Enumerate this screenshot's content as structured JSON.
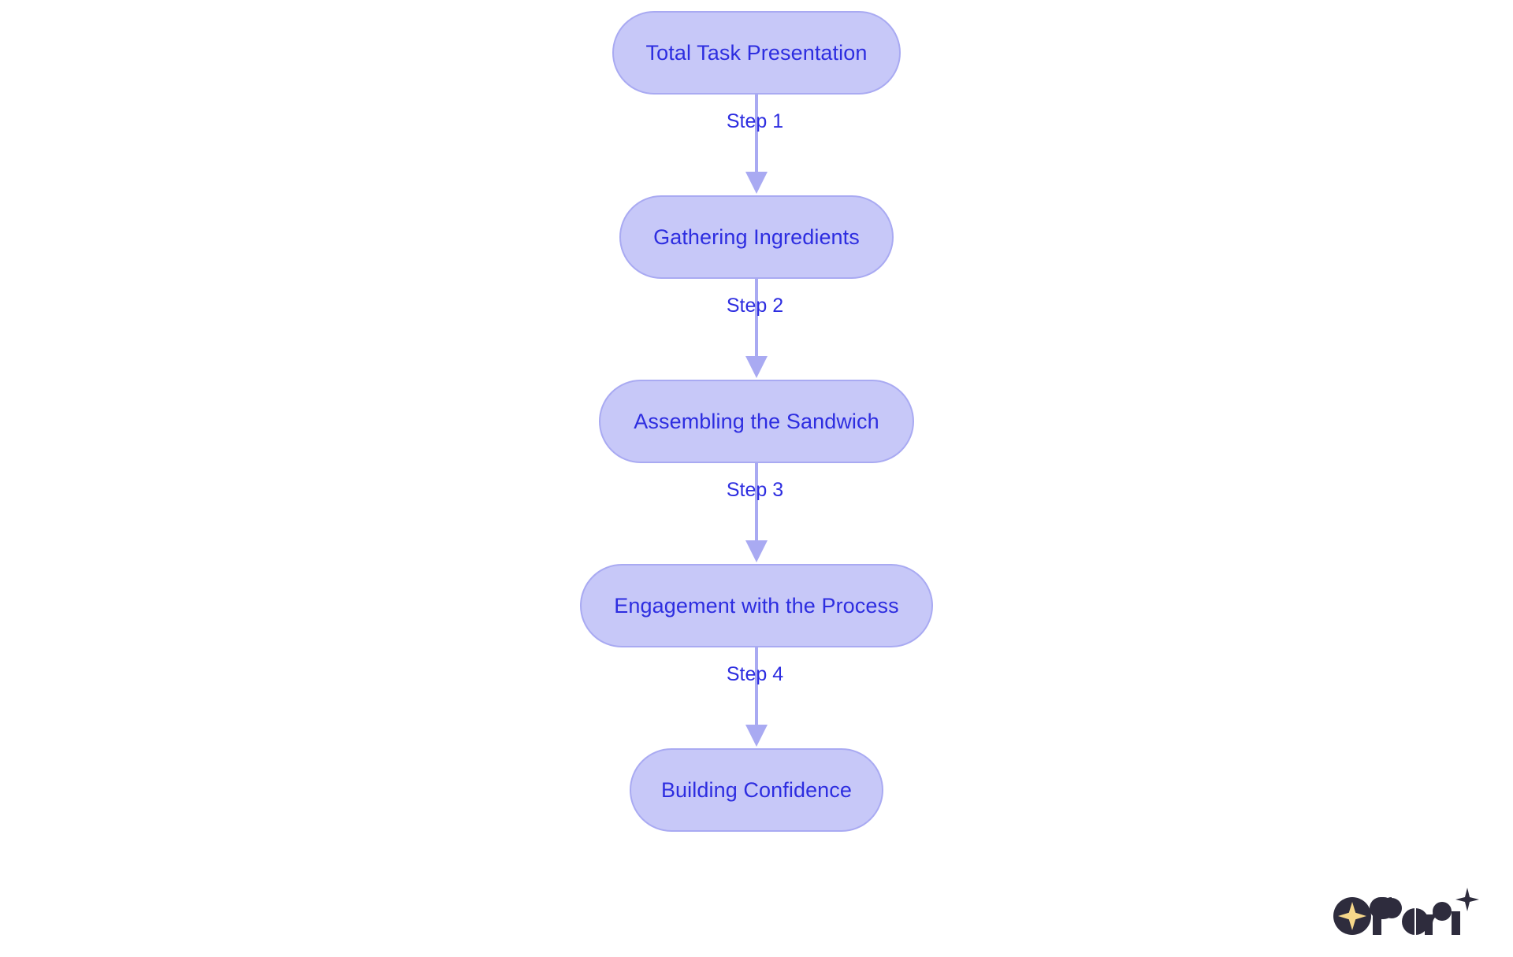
{
  "diagram": {
    "type": "flowchart",
    "orientation": "top-to-bottom",
    "title": "",
    "nodes": [
      {
        "id": "n1",
        "label": "Total Task Presentation"
      },
      {
        "id": "n2",
        "label": "Gathering Ingredients"
      },
      {
        "id": "n3",
        "label": "Assembling the Sandwich"
      },
      {
        "id": "n4",
        "label": "Engagement with the Process"
      },
      {
        "id": "n5",
        "label": "Building Confidence"
      }
    ],
    "edges": [
      {
        "from": "n1",
        "to": "n2",
        "label": "Step 1"
      },
      {
        "from": "n2",
        "to": "n3",
        "label": "Step 2"
      },
      {
        "from": "n3",
        "to": "n4",
        "label": "Step 3"
      },
      {
        "from": "n4",
        "to": "n5",
        "label": "Step 4"
      }
    ],
    "colors": {
      "node_fill": "#c7c8f8",
      "node_border": "#a9aaf2",
      "node_text": "#2d2de0",
      "edge_line": "#a9aaf2",
      "edge_text": "#2d2de0",
      "background": "#ffffff"
    }
  },
  "branding": {
    "name": "rori",
    "badge_icon": "sparkle-star-icon",
    "accent_star_color": "#f6d78a",
    "mark_color": "#2e2c3d"
  }
}
